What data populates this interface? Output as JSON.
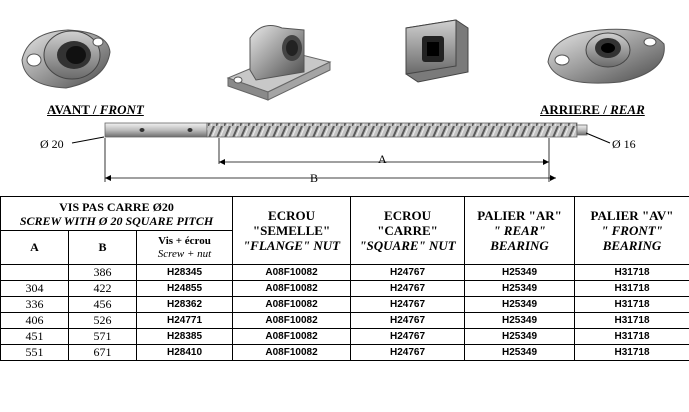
{
  "labels": {
    "front_prefix": "AVANT / ",
    "front_suffix": "FRONT",
    "rear_prefix": "ARRIERE / ",
    "rear_suffix": "REAR",
    "dia_left": "Ø 20",
    "dia_right": "Ø 16",
    "dim_a": "A",
    "dim_b": "B"
  },
  "table": {
    "group_title_1": "VIS PAS CARRE Ø20",
    "group_title_2": "SCREW WITH Ø 20 SQUARE PITCH",
    "col_a": "A",
    "col_b": "B",
    "col_screw_1": "Vis + écrou",
    "col_screw_2": "Screw + nut",
    "col_flange_1": "ECROU",
    "col_flange_2": "\"SEMELLE\"",
    "col_flange_3": "\"FLANGE\" NUT",
    "col_square_1": "ECROU",
    "col_square_2": "\"CARRE\"",
    "col_square_3": "\"SQUARE\" NUT",
    "col_rear_1": "PALIER \"AR\"",
    "col_rear_2": "\" REAR\"",
    "col_rear_3": "BEARING",
    "col_front_1": "PALIER \"AV\"",
    "col_front_2": "\" FRONT\"",
    "col_front_3": "BEARING",
    "rows": [
      {
        "a": "",
        "b": "386",
        "screw": "H28345",
        "flange": "A08F10082",
        "square": "H24767",
        "rear": "H25349",
        "front": "H31718"
      },
      {
        "a": "304",
        "b": "422",
        "screw": "H24855",
        "flange": "A08F10082",
        "square": "H24767",
        "rear": "H25349",
        "front": "H31718"
      },
      {
        "a": "336",
        "b": "456",
        "screw": "H28362",
        "flange": "A08F10082",
        "square": "H24767",
        "rear": "H25349",
        "front": "H31718"
      },
      {
        "a": "406",
        "b": "526",
        "screw": "H24771",
        "flange": "A08F10082",
        "square": "H24767",
        "rear": "H25349",
        "front": "H31718"
      },
      {
        "a": "451",
        "b": "571",
        "screw": "H28385",
        "flange": "A08F10082",
        "square": "H24767",
        "rear": "H25349",
        "front": "H31718"
      },
      {
        "a": "551",
        "b": "671",
        "screw": "H28410",
        "flange": "A08F10082",
        "square": "H24767",
        "rear": "H25349",
        "front": "H31718"
      }
    ]
  }
}
